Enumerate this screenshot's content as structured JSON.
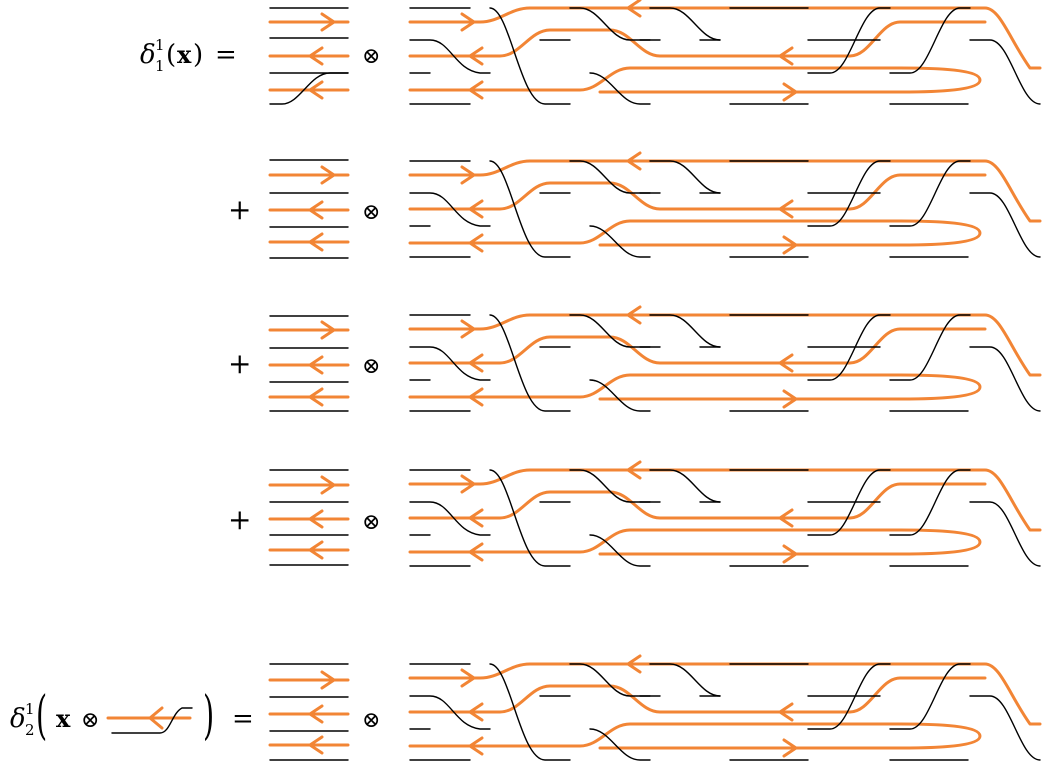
{
  "accent_color": "#f28535",
  "line_color": "#000000",
  "equations": [
    {
      "lhs": {
        "delta": "δ",
        "sup": "1",
        "sub": "1",
        "open": "(",
        "arg": "x",
        "close": ")"
      },
      "relation": "=",
      "tensor": "⊗"
    },
    {
      "relation": "+",
      "tensor": "⊗"
    },
    {
      "relation": "+",
      "tensor": "⊗"
    },
    {
      "relation": "+",
      "tensor": "⊗"
    },
    {
      "lhs": {
        "delta": "δ",
        "sup": "1",
        "sub": "2",
        "open": "(",
        "arg": "x",
        "tensor": "⊗",
        "close": ")"
      },
      "relation": "=",
      "tensor": "⊗"
    }
  ]
}
